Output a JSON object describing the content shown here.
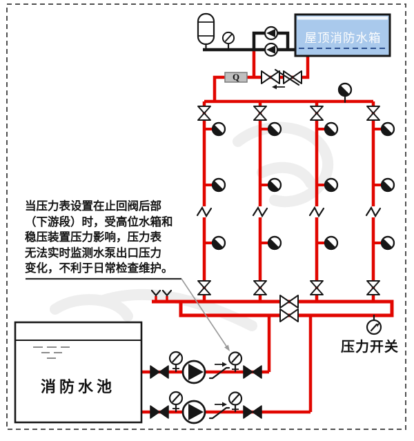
{
  "colors": {
    "pipe_red": "#e10600",
    "ink": "#161616",
    "tank_fill": "#a9c9ec",
    "tank_text": "#fdfdfd",
    "tank_waterline": "#2b4f8e",
    "gray_box": "#bfbfbf",
    "leader": "#999999",
    "border_dash": "#4f4f4f",
    "watermark": "#eeeeee",
    "annotation_text": "#151515"
  },
  "tank": {
    "label": "屋顶消防水箱"
  },
  "flow_meter": {
    "label": "Q"
  },
  "annotation": {
    "lines": [
      "当压力表设置在止回阀后部",
      "（下游段）时，受高位水箱和",
      "稳压装置压力影响，压力表",
      "无法实时监测水泵出口压力",
      "变化，不利于日常检查维护。"
    ]
  },
  "pool": {
    "label": "消防水池"
  },
  "pressure_switch": {
    "label": "压力开关"
  },
  "icons": {
    "gate-valve": "bowtie",
    "check-valve": "diagonal-slash-with-arrow",
    "pump": "circle-with-triangle",
    "pressure-gauge": "circle-with-needle",
    "fire-hydrant": "circle-half-filled",
    "pipe-break": "zigzag",
    "drain": "v-chevron",
    "flow-meter": "q-box",
    "expansion-tank": "capsule",
    "pressure-switch": "circle-with-needle"
  }
}
